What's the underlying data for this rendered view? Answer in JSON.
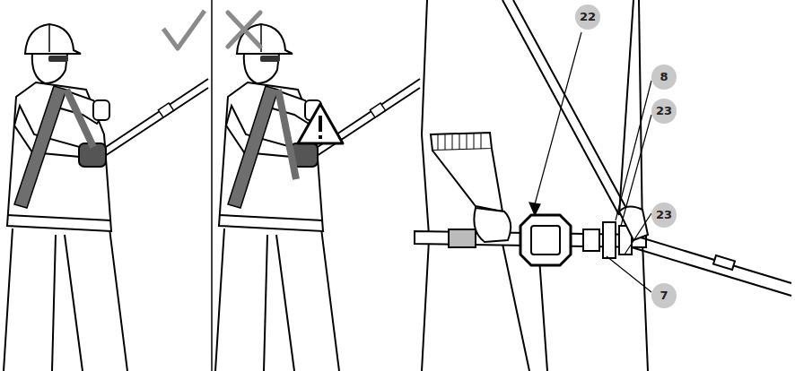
{
  "diagram": {
    "labels": [
      "22",
      "8",
      "23",
      "23",
      "7"
    ]
  }
}
